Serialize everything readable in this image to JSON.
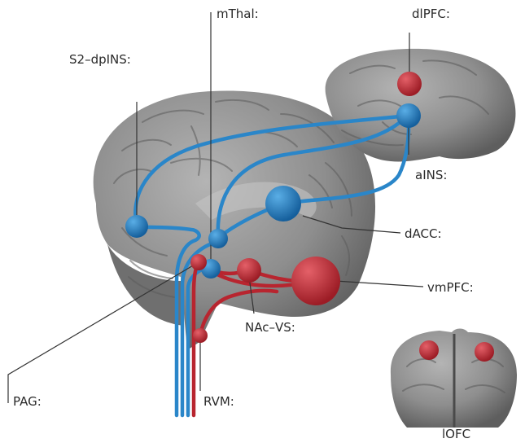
{
  "labels": {
    "s2_dpins": "S2–dpINS:",
    "mthal": "mThal:",
    "dlpfc": "dlPFC:",
    "ains": "aINS:",
    "dacc": "dACC:",
    "vmpfc": "vmPFC:",
    "nac_vs": "NAc–VS:",
    "pag": "PAG:",
    "rvm": "RVM:",
    "lofc": "lOFC"
  },
  "colors": {
    "blue_node": "#1f7cc4",
    "blue_path": "#2a86c9",
    "red_node": "#c9303a",
    "red_path": "#b8252f",
    "brain_gray": "#8a8a8a",
    "leader_line": "#333333"
  }
}
